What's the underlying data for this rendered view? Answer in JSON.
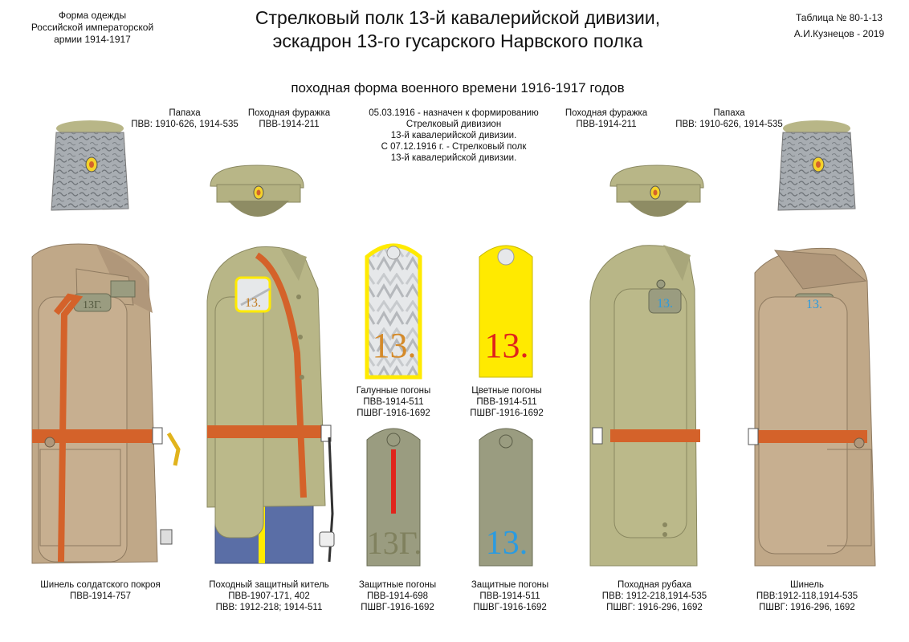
{
  "header": {
    "left_lines": [
      "Форма одежды",
      "Российской императорской",
      "армии  1914-1917"
    ],
    "right_lines": [
      "Таблица № 80-1-13",
      "А.И.Кузнецов - 2019"
    ],
    "title_lines": [
      "Стрелковый полк 13-й кавалерийской дивизии,",
      "эскадрон 13-го гусарского Нарвского полка"
    ],
    "subtitle": "походная форма военного времени 1916-1917 годов"
  },
  "items": {
    "papakha_left": [
      "Папаха",
      "ПВВ: 1910-626, 1914-535"
    ],
    "cap_left": [
      "Походная фуражка",
      "ПВВ-1914-211"
    ],
    "history": [
      "05.03.1916  - назначен к формированию",
      "Стрелковый дивизион",
      "13-й кавалерийской дивизии.",
      "С 07.12.1916 г. - Стрелковый полк",
      "13-й кавалерийской дивизии."
    ],
    "cap_right": [
      "Походная фуражка",
      "ПВВ-1914-211"
    ],
    "papakha_right": [
      "Папаха",
      "ПВВ: 1910-626, 1914-535"
    ],
    "galun_strap": [
      "Галунные погоны",
      "ПВВ-1914-511",
      "ПШВГ-1916-1692"
    ],
    "color_strap": [
      "Цветные погоны",
      "ПВВ-1914-511",
      "ПШВГ-1916-1692"
    ],
    "overcoat_left": [
      "Шинель солдатского покроя",
      "ПВВ-1914-757"
    ],
    "kitel": [
      "Походный защитный китель",
      "ПВВ-1907-171, 402",
      "ПВВ: 1912-218; 1914-511"
    ],
    "protect_strap_1": [
      "Защитные погоны",
      "ПВВ-1914-698",
      "ПШВГ-1916-1692"
    ],
    "protect_strap_2": [
      "Защитные  погоны",
      "ПВВ-1914-511",
      "ПШВГ-1916-1692"
    ],
    "rubakha": [
      "Походная рубаха",
      "ПВВ: 1912-218,1914-535",
      "ПШВГ: 1916-296, 1692"
    ],
    "overcoat_right": [
      "Шинель",
      "ПВВ:1912-118,1914-535",
      "ПШВГ: 1916-296, 1692"
    ]
  },
  "strap_numbers": {
    "galun": "13.",
    "color": "13.",
    "protect_1": "13Г.",
    "protect_2": "13.",
    "overcoat_left": "13Г.",
    "kitel": "13.",
    "rubakha": "13.",
    "overcoat_right": "13."
  },
  "colors": {
    "khaki": "#b8b687",
    "khaki_dark": "#9c9a6c",
    "greatcoat": "#c0a888",
    "greatcoat_dark": "#a88e70",
    "leather": "#d4622a",
    "yellow": "#ffea00",
    "red": "#e0241c",
    "blue_number": "#2b9be0",
    "breeches": "#5a6ea6",
    "fur": "#a8adb2",
    "strap_gray": "#9a9c80"
  },
  "icons": [
    "cockade-icon",
    "eagle-emblem-icon",
    "button-icon"
  ]
}
